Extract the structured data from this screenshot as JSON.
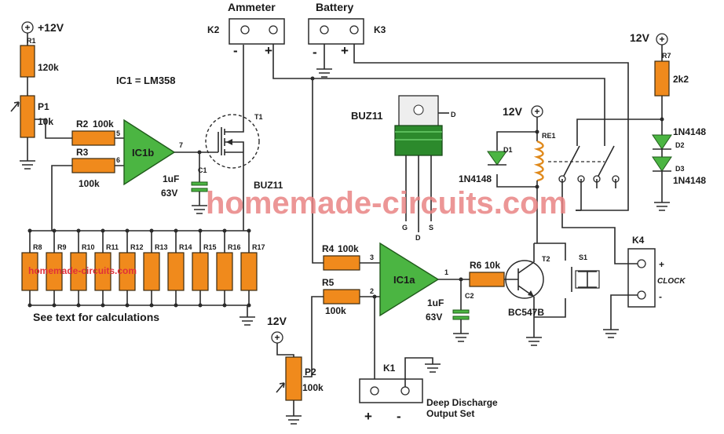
{
  "title": "",
  "supply": {
    "v1": "+12V",
    "v2": "12V",
    "v3": "12V",
    "v4": "12V"
  },
  "ic_note": "IC1 = LM358",
  "connectors": {
    "k2": {
      "ref": "K2",
      "name": "Ammeter"
    },
    "k3": {
      "ref": "K3",
      "name": "Battery"
    },
    "k4": {
      "ref": "K4",
      "name": "CLOCK"
    },
    "k1": {
      "ref": "K1",
      "name_line1": "Deep Discharge",
      "name_line2": "Output Set"
    }
  },
  "resistors": {
    "r1": {
      "ref": "R1",
      "value": "120k"
    },
    "p1": {
      "ref": "P1",
      "value": "10k"
    },
    "r2": {
      "ref": "R2",
      "value": "100k"
    },
    "r3": {
      "ref": "R3",
      "value": "100k"
    },
    "r4": {
      "ref": "R4",
      "value": "100k"
    },
    "r5": {
      "ref": "R5",
      "value": "100k"
    },
    "r6": {
      "ref": "R6",
      "value": "10k"
    },
    "r7": {
      "ref": "R7",
      "value": "2k2"
    },
    "p2": {
      "ref": "P2",
      "value": "100k"
    }
  },
  "bank": {
    "refs": [
      "R8",
      "R9",
      "R10",
      "R11",
      "R12",
      "R13",
      "R14",
      "R15",
      "R16",
      "R17"
    ],
    "note": "See text for calculations"
  },
  "opamps": {
    "ic1b": "IC1b",
    "ic1a": "IC1a",
    "ic1b_pins": [
      "5",
      "6",
      "7"
    ],
    "ic1a_pins": [
      "3",
      "2",
      "1"
    ]
  },
  "caps": {
    "c1": {
      "ref": "C1",
      "value": "1uF",
      "voltage": "63V"
    },
    "c2": {
      "ref": "C2",
      "value": "1uF",
      "voltage": "63V"
    }
  },
  "mosfet": {
    "ref": "T1",
    "part": "BUZ11",
    "pkg_part": "BUZ11",
    "pins": [
      "G",
      "D",
      "S"
    ],
    "tab": "D"
  },
  "transistor": {
    "ref": "T2",
    "part": "BC547B"
  },
  "diodes": {
    "d1": {
      "ref": "D1",
      "part": "1N4148"
    },
    "d2": {
      "ref": "D2",
      "part": "1N4148"
    },
    "d3": {
      "ref": "D3",
      "part": "1N4148"
    }
  },
  "relay": {
    "ref": "RE1"
  },
  "switch": {
    "ref": "S1"
  },
  "polarity": {
    "plus": "+",
    "minus": "-"
  },
  "watermark": {
    "main": "homemade-circuits.com",
    "small": "homemade-circuits.com"
  }
}
